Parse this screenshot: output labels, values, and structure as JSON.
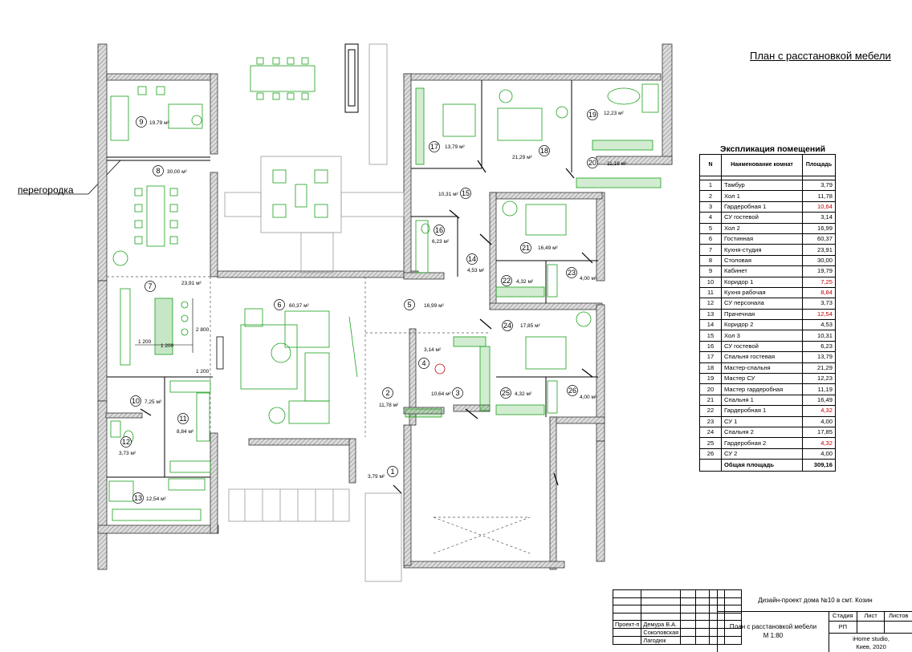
{
  "title": "План с расстановкой мебели",
  "partition_label": "перегородка",
  "explication": {
    "title": "Экспликация помещений",
    "headers": {
      "n": "N",
      "name": "Наименование комнат",
      "area": "Площадь"
    },
    "rows": [
      {
        "n": "1",
        "name": "Тамбур",
        "area": "3,79",
        "red": false
      },
      {
        "n": "2",
        "name": "Хол 1",
        "area": "11,78",
        "red": false
      },
      {
        "n": "3",
        "name": "Гардеробная 1",
        "area": "10,64",
        "red": true
      },
      {
        "n": "4",
        "name": "СУ гостевой",
        "area": "3,14",
        "red": false
      },
      {
        "n": "5",
        "name": "Хол 2",
        "area": "16,99",
        "red": false
      },
      {
        "n": "6",
        "name": "Гостинная",
        "area": "60,37",
        "red": false
      },
      {
        "n": "7",
        "name": "Кухня-студия",
        "area": "23,91",
        "red": false
      },
      {
        "n": "8",
        "name": "Столовая",
        "area": "30,00",
        "red": false
      },
      {
        "n": "9",
        "name": "Кабинет",
        "area": "19,79",
        "red": false
      },
      {
        "n": "10",
        "name": "Коридор 1",
        "area": "7,25",
        "red": true
      },
      {
        "n": "11",
        "name": "Кухня рабочая",
        "area": "8,84",
        "red": true
      },
      {
        "n": "12",
        "name": "СУ персонала",
        "area": "3,73",
        "red": false
      },
      {
        "n": "13",
        "name": "Прачечная",
        "area": "12,54",
        "red": true
      },
      {
        "n": "14",
        "name": "Коридор 2",
        "area": "4,53",
        "red": false
      },
      {
        "n": "15",
        "name": "Хол 3",
        "area": "10,31",
        "red": false
      },
      {
        "n": "16",
        "name": "СУ гостевой",
        "area": "6,23",
        "red": false
      },
      {
        "n": "17",
        "name": "Спальня гостевая",
        "area": "13,79",
        "red": false
      },
      {
        "n": "18",
        "name": "Мастер-спальня",
        "area": "21,29",
        "red": false
      },
      {
        "n": "19",
        "name": "Мастер СУ",
        "area": "12,23",
        "red": false
      },
      {
        "n": "20",
        "name": "Мастер гардеробная",
        "area": "11,19",
        "red": false
      },
      {
        "n": "21",
        "name": "Спальня 1",
        "area": "16,49",
        "red": false
      },
      {
        "n": "22",
        "name": "Гардеробная 1",
        "area": "4,32",
        "red": true
      },
      {
        "n": "23",
        "name": "СУ 1",
        "area": "4,00",
        "red": false
      },
      {
        "n": "24",
        "name": "Спальня 2",
        "area": "17,85",
        "red": false
      },
      {
        "n": "25",
        "name": "Гардеробная 2",
        "area": "4,32",
        "red": true
      },
      {
        "n": "26",
        "name": "СУ 2",
        "area": "4,00",
        "red": false
      }
    ],
    "total_label": "Общая площадь",
    "total_value": "309,16"
  },
  "title_block": {
    "project_name": "Дизайн-проект дома №10 в смт. Козин",
    "sheet_name": "План с расстановкой мебели",
    "scale": "М 1:80",
    "stage_label": "Стадия",
    "sheet_label": "Лист",
    "sheets_label": "Листов",
    "stage_value": "РП",
    "role": "Проект-п",
    "people": [
      "Демура В.А.",
      "Соколовская",
      "Лагодюк"
    ],
    "studio": "iHome studio,",
    "city_year": "Киев, 2020"
  },
  "plan": {
    "rooms": [
      {
        "num": "1",
        "area": "3,79 м²"
      },
      {
        "num": "2",
        "area": "11,78 м²"
      },
      {
        "num": "3",
        "area": "10,64 м²"
      },
      {
        "num": "4",
        "area": "3,14 м²"
      },
      {
        "num": "5",
        "area": "16,99 м²"
      },
      {
        "num": "6",
        "area": "60,37 м²"
      },
      {
        "num": "7",
        "area": "23,91 м²"
      },
      {
        "num": "8",
        "area": "30,00 м²"
      },
      {
        "num": "9",
        "area": "19,79 м²"
      },
      {
        "num": "10",
        "area": "7,25 м²"
      },
      {
        "num": "11",
        "area": "8,84 м²"
      },
      {
        "num": "12",
        "area": "3,73 м²"
      },
      {
        "num": "13",
        "area": "12,54 м²"
      },
      {
        "num": "14",
        "area": "4,53 м²"
      },
      {
        "num": "15",
        "area": "10,31 м²"
      },
      {
        "num": "16",
        "area": "6,23 м²"
      },
      {
        "num": "17",
        "area": "13,79 м²"
      },
      {
        "num": "18",
        "area": "21,29 м²"
      },
      {
        "num": "19",
        "area": "12,23 м²"
      },
      {
        "num": "20",
        "area": "11,19 м²"
      },
      {
        "num": "21",
        "area": "16,49 м²"
      },
      {
        "num": "22",
        "area": "4,32 м²"
      },
      {
        "num": "23",
        "area": "4,00 м²"
      },
      {
        "num": "24",
        "area": "17,85 м²"
      },
      {
        "num": "25",
        "area": "4,32 м²"
      },
      {
        "num": "26",
        "area": "4,00 м²"
      }
    ],
    "dimensions": [
      "1 200",
      "1 200",
      "2 800",
      "1 200"
    ]
  },
  "colors": {
    "furniture": "#1aa01a",
    "wall": "#8a8a8a",
    "red": "#c00000"
  }
}
